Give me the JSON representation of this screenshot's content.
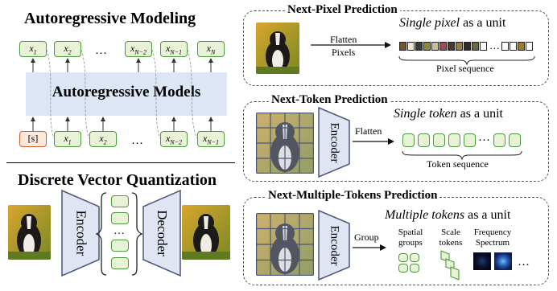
{
  "left": {
    "ar_title": "Autoregressive Modeling",
    "ar_models_label": "Autoregressive Models",
    "top_tokens": [
      "x_1",
      "x_2",
      "x_{N-2}",
      "x_{N-1}",
      "x_N"
    ],
    "bottom_tokens": [
      "[s]",
      "x_1",
      "x_2",
      "x_{N-2}",
      "x_{N-1}"
    ],
    "ellipsis": "…",
    "vq_title": "Discrete Vector Quantization",
    "encoder": "Encoder",
    "decoder": "Decoder",
    "codebook_ellipsis": "…"
  },
  "next_pixel": {
    "title": "Next-Pixel Prediction",
    "flatten_line1": "Flatten",
    "flatten_line2": "Pixels",
    "unit_italic": "Single pixel",
    "unit_rest": " as a unit",
    "sequence_label": "Pixel sequence",
    "pixel_colors": [
      "#7a5420",
      "#f2e6cf",
      "#3d3a37",
      "#8f8a2e",
      "#c7bf95",
      "#a34a55",
      "#4a3a2c",
      "#9b7c3c",
      "#2f2b28",
      "#6b6a38",
      "#ffffff",
      "#ffffff",
      "#ffffff",
      "#9a7e2e",
      "#ffffff"
    ],
    "ellipsis": "…"
  },
  "next_token": {
    "title": "Next-Token Prediction",
    "encoder": "Encoder",
    "flatten": "Flatten",
    "unit_italic": "Single token",
    "unit_rest": " as a unit",
    "sequence_label": "Token sequence",
    "ellipsis": "…"
  },
  "next_multi": {
    "title": "Next-Multiple-Tokens Prediction",
    "encoder": "Encoder",
    "group": "Group",
    "unit_italic": "Multiple tokens",
    "unit_rest": " as a unit",
    "spatial_line1": "Spatial",
    "spatial_line2": "groups",
    "scale_line1": "Scale",
    "scale_line2": "tokens",
    "freq_line1": "Frequency",
    "freq_line2": "Spectrum",
    "ellipsis": "…"
  },
  "colors": {
    "token_border": "#4e9a3a",
    "token_fill": "#e7f2d6",
    "start_border": "#d65c28",
    "ar_band": "#dde6f5",
    "encoder_fill": "#dfe5f2",
    "encoder_stroke": "#4a5878"
  }
}
